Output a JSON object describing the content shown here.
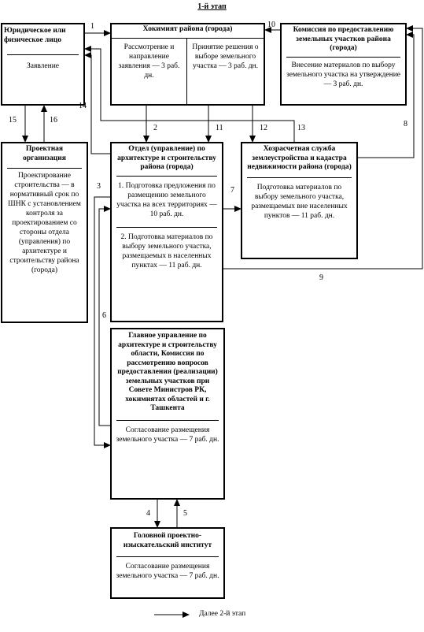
{
  "stage_title": "1-й этап",
  "boxes": {
    "applicant": {
      "header": "Юридическое или физическое лицо",
      "text": "Заявление"
    },
    "hokimiyat": {
      "header": "Хокимият района (города)",
      "left": "Рассмотрение и направление заявления — 3 раб. дн.",
      "right": "Принятие решения о выборе земельного участка — 3 раб. дн."
    },
    "commission": {
      "header": "Комиссия по предоставлению земельных участков района (города)",
      "text": "Внесение материалов по выбору земельного участка на утверждение — 3 раб. дн."
    },
    "project_org": {
      "header": "Проектная организация",
      "text": "Проектирование строительства — в нормативный срок по ШНК с установлением контроля за проектированием со стороны отдела (управления) по архитектуре и строительству района (города)"
    },
    "department": {
      "header": "Отдел (управление) по архитектуре и строительству района (города)",
      "text1": "1. Подготовка предложения по размещению земельного участка на всех территориях — 10 раб. дн.",
      "text2": "2. Подготовка материалов по выбору земельного участка, размещаемых в населенных пунктах — 11 раб. дн."
    },
    "land_service": {
      "header": "Хозрасчетная служба землеустройства и кадастра недвижимости района (города)",
      "text": "Подготовка материалов по выбору земельного участка, размещаемых вне населенных пунктов — 11 раб. дн."
    },
    "main_admin": {
      "header": "Главное управление по архитектуре и строительству области, Комиссия по рассмотрению вопросов предоставления (реализации) земельных участков при Совете Министров РК, хокимиятах областей и г. Ташкента",
      "text": "Согласование размещения земельного участка — 7 раб. дн."
    },
    "institute": {
      "header": "Головной проектно-изыскательский институт",
      "text": "Согласование размещения земельного участка — 7 раб. дн."
    }
  },
  "arrow_numbers": [
    "1",
    "2",
    "3",
    "4",
    "5",
    "6",
    "7",
    "8",
    "9",
    "10",
    "11",
    "12",
    "13",
    "14",
    "15",
    "16"
  ],
  "legend": {
    "text": "Далее 2-й этап"
  }
}
